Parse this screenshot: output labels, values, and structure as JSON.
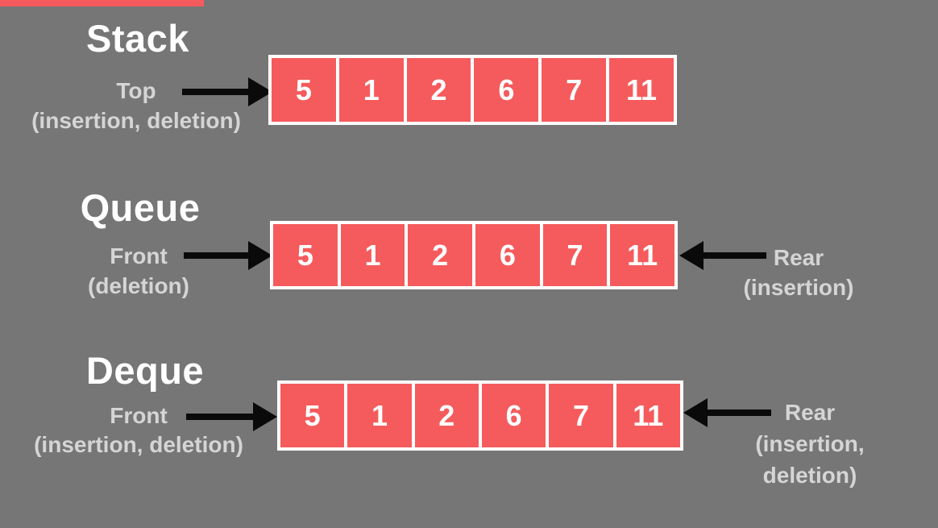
{
  "colors": {
    "background": "#767676",
    "cell_red": "#F55B5C",
    "cell_border": "#FFFFFF",
    "title_text": "#FFFFFF",
    "label_text": "#D5D5D5",
    "arrow_black": "#0A0A0A",
    "accent_bar": "#F55B5C"
  },
  "sections": [
    {
      "title": "Stack",
      "cells": [
        "5",
        "1",
        "2",
        "6",
        "7",
        "11"
      ],
      "left_label_lines": [
        "Top",
        "(insertion, deletion)"
      ],
      "right_label_lines": []
    },
    {
      "title": "Queue",
      "cells": [
        "5",
        "1",
        "2",
        "6",
        "7",
        "11"
      ],
      "left_label_lines": [
        "Front",
        "(deletion)"
      ],
      "right_label_lines": [
        "Rear",
        "(insertion)"
      ]
    },
    {
      "title": "Deque",
      "cells": [
        "5",
        "1",
        "2",
        "6",
        "7",
        "11"
      ],
      "left_label_lines": [
        "Front",
        "(insertion, deletion)"
      ],
      "right_label_lines": [
        "Rear",
        "(insertion,",
        "deletion)"
      ]
    }
  ]
}
